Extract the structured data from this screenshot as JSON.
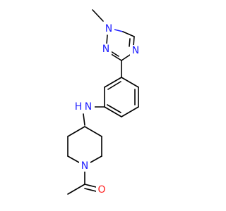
{
  "molecule": {
    "atom_labels": {
      "n_methyl": "N",
      "n_ring_left": "N",
      "n_ring_right": "N",
      "n_amine": "N",
      "h_amine": "H",
      "n_piperidine": "N",
      "o_carbonyl": "O"
    },
    "colors": {
      "nitrogen": "#2020ff",
      "oxygen": "#ff2020",
      "carbon_bond": "#000000"
    }
  }
}
